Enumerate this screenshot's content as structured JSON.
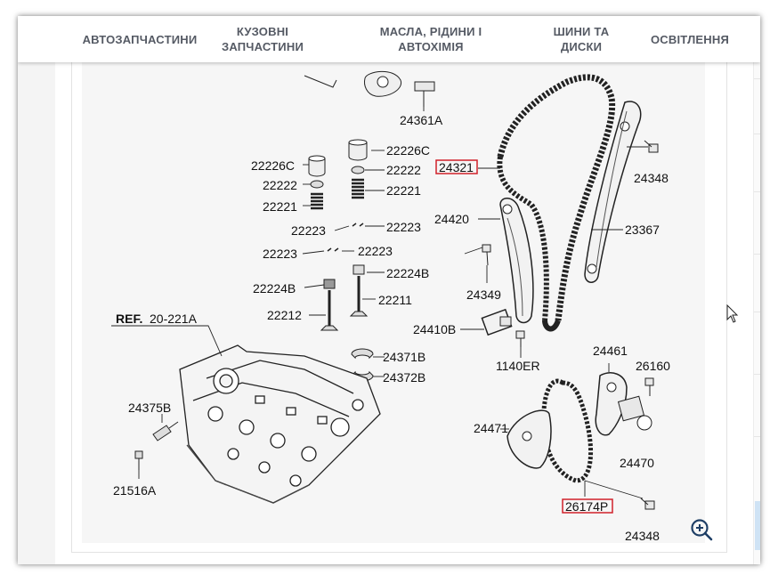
{
  "nav": {
    "items": [
      {
        "label": "АВТОЗАПЧАСТИНИ",
        "line2": ""
      },
      {
        "label": "КУЗОВНІ",
        "line2": "ЗАПЧАСТИНИ"
      },
      {
        "label": "МАСЛА, РІДИНИ І",
        "line2": "АВТОХІМІЯ"
      },
      {
        "label": "ШИНИ ТА",
        "line2": "ДИСКИ"
      },
      {
        "label": "ОСВІТЛЕННЯ",
        "line2": ""
      }
    ]
  },
  "diagram": {
    "ref_label": "REF.",
    "ref_code": "20-221A",
    "parts": {
      "p24361A": "24361A",
      "p22226C_r": "22226C",
      "p22226C_l": "22226C",
      "p22222_r": "22222",
      "p22222_l": "22222",
      "p22221_r": "22221",
      "p22221_l": "22221",
      "p22223_a": "22223",
      "p22223_b": "22223",
      "p22223_c": "22223",
      "p22223_d": "22223",
      "p22224B_r": "22224B",
      "p22224B_l": "22224B",
      "p22211": "22211",
      "p22212": "22212",
      "p24371B": "24371B",
      "p24372B": "24372B",
      "p24375B": "24375B",
      "p21516A": "21516A",
      "p24321": "24321",
      "p24348_a": "24348",
      "p24420": "24420",
      "p23367": "23367",
      "p24349": "24349",
      "p24410B": "24410B",
      "p1140ER": "1140ER",
      "p24461": "24461",
      "p26160": "26160",
      "p24471": "24471",
      "p24470": "24470",
      "p26174P": "26174P",
      "p24348_b": "24348"
    },
    "highlight_color": "#d0202a"
  },
  "controls": {
    "zoom_icon": "zoom-in-icon",
    "cursor_icon": "mouse-pointer-icon"
  }
}
